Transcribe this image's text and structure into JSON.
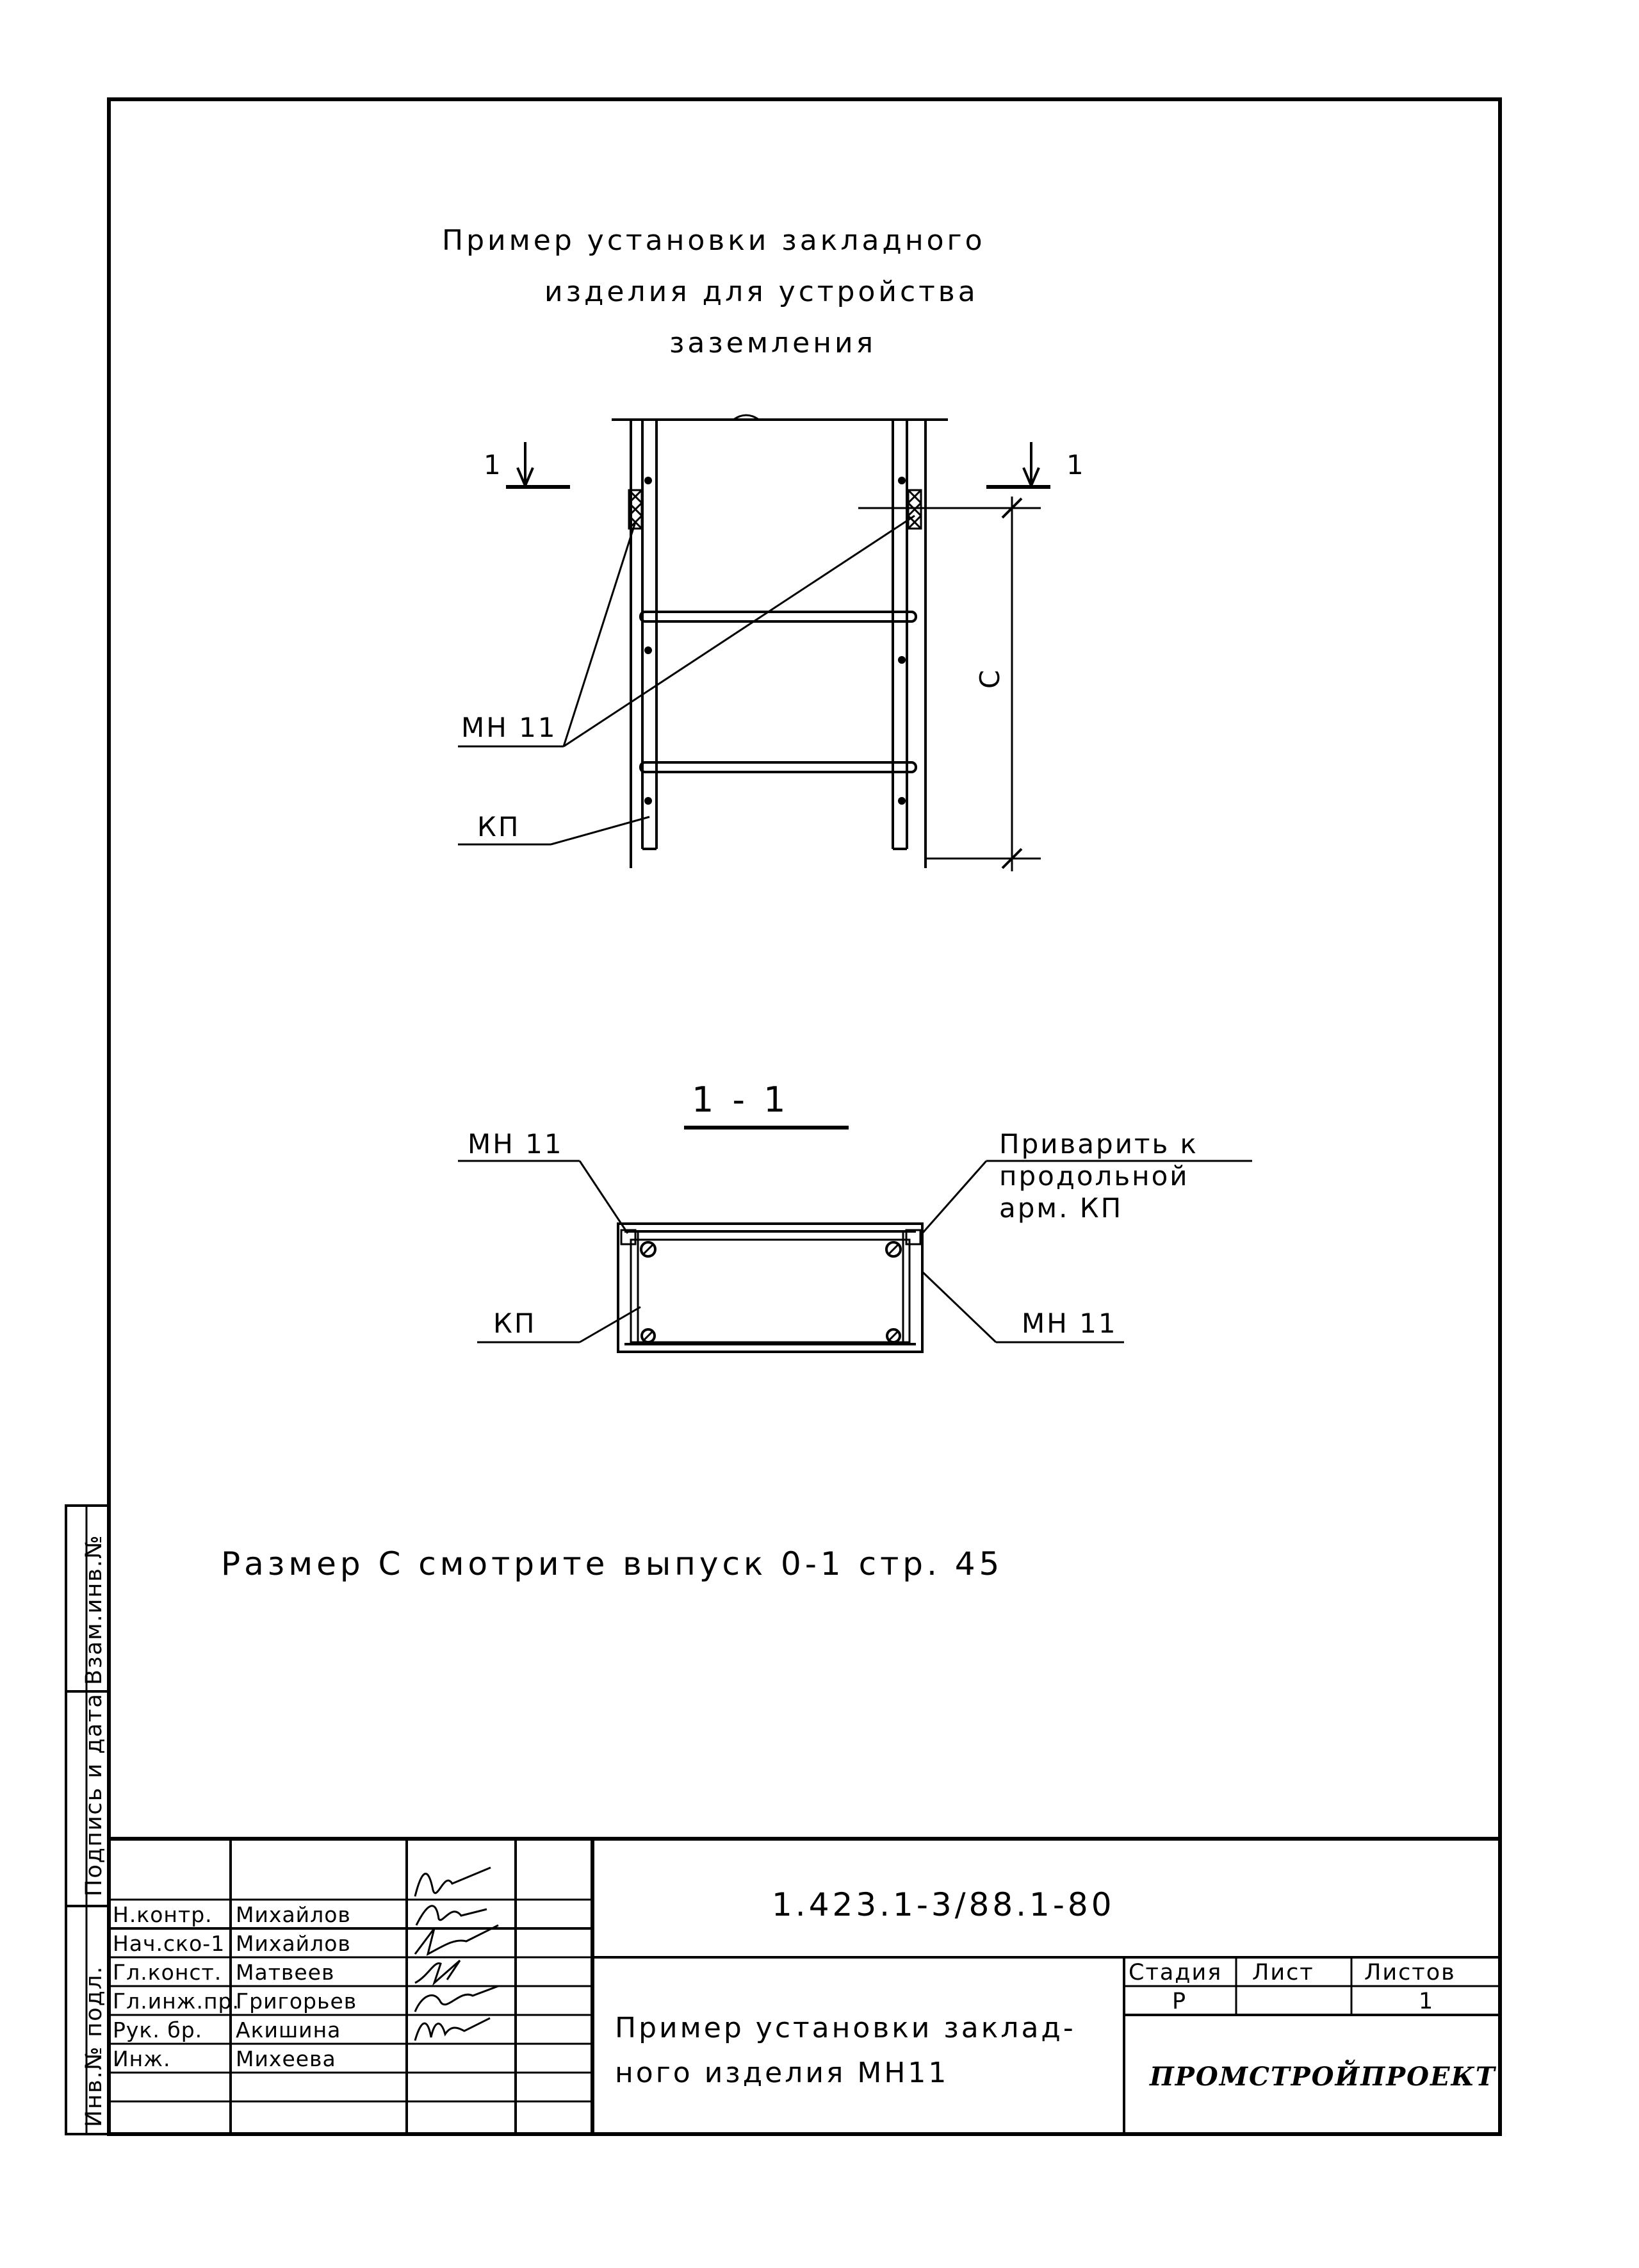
{
  "drawing_title": {
    "line1": "Пример установки закладного",
    "line2": "изделия для устройства",
    "line3": "заземления"
  },
  "elevation": {
    "section_mark_left": "1",
    "section_mark_right": "1",
    "label_mn11": "МН 11",
    "label_kp": "КП",
    "dimension_c": "С"
  },
  "section_1_1": {
    "heading": "1 - 1",
    "label_mn11_left": "МН 11",
    "label_mn11_right": "МН 11",
    "label_kp": "КП",
    "weld_note_1": "Приварить к",
    "weld_note_2": "продольной",
    "weld_note_3": "арм. КП"
  },
  "note": "Размер С смотрите выпуск 0-1 стр. 45",
  "side_stamp": {
    "col1": "Инв.№ подл.",
    "col2": "Подпись и дата",
    "col3": "Взам.инв.№"
  },
  "title_block": {
    "code": "1.423.1-3/88.1-80",
    "caption_line1": "Пример установки заклад-",
    "caption_line2": "ного изделия МН11",
    "stage_header": "Стадия",
    "sheet_header": "Лист",
    "sheets_header": "Листов",
    "stage_value": "Р",
    "sheet_value": "",
    "sheets_value": "1",
    "organization": "ПРОМСТРОЙПРОЕКТ",
    "rows": [
      {
        "role": "Н.контр.",
        "name": "Михайлов"
      },
      {
        "role": "Нач.ско-1",
        "name": "Михайлов"
      },
      {
        "role": "Гл.конст.",
        "name": "Матвеев"
      },
      {
        "role": "Гл.инж.пр.",
        "name": "Григорьев"
      },
      {
        "role": "Рук. бр.",
        "name": "Акишина"
      },
      {
        "role": "Инж.",
        "name": "Михеева"
      }
    ]
  }
}
